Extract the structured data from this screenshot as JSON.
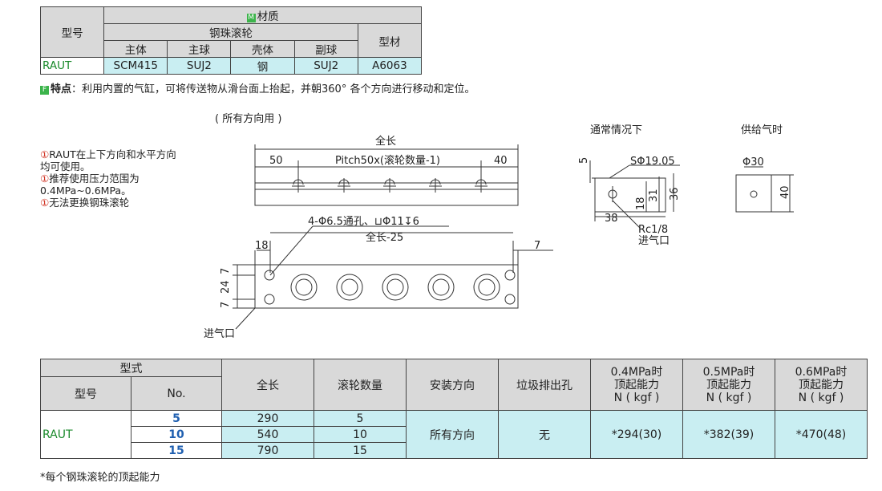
{
  "material_table": {
    "badge": "M",
    "material_label": "材质",
    "model_header": "型号",
    "ball_roller_header": "钢珠滚轮",
    "profile_header": "型材",
    "sub_headers": [
      "主体",
      "主球",
      "壳体",
      "副球"
    ],
    "row": {
      "model": "RAUT",
      "cells": [
        "SCM415",
        "SUJ2",
        "钢",
        "SUJ2",
        "A6063"
      ]
    }
  },
  "feature": {
    "badge": "F",
    "title": "特点",
    "text": "：利用内置的气缸，可将传送物从滑台面上抬起，并朝360° 各个方向进行移动和定位。"
  },
  "notes": [
    "RAUT在上下方向和水平方向均可使用。",
    "推荐使用压力范围为0.4MPa~0.6MPa。",
    "无法更换钢珠滚轮"
  ],
  "drawing": {
    "all_direction_label": "( 所有方向用 )",
    "normal_label": "通常情况下",
    "air_supply_label": "供给气时",
    "total_length": "全长",
    "dim_50": "50",
    "pitch_text": "Pitch50x(滚轮数量-1)",
    "dim_40": "40",
    "hole_note": "4-Φ6.5通孔、⊔Φ11↧6",
    "total_minus": "全长-25",
    "dim_18": "18",
    "dim_7": "7",
    "side_dims": [
      "7",
      "24",
      "7"
    ],
    "air_inlet": "进气口",
    "dim_5": "5",
    "sphere": "SΦ19.05",
    "dims_right": [
      "18",
      "31",
      "36"
    ],
    "dim_38": "38",
    "rc": "Rc1/8",
    "air_inlet2": "进气口",
    "phi30": "Φ30",
    "dim_40v": "40"
  },
  "spec_table": {
    "type_header": "型式",
    "model_header": "型号",
    "no_header": "No.",
    "columns": [
      "全长",
      "滚轮数量",
      "安装方向",
      "垃圾排出孔"
    ],
    "load_headers": [
      [
        "0.4MPa时",
        "顶起能力",
        "N ( kgf )"
      ],
      [
        "0.5MPa时",
        "顶起能力",
        "N ( kgf )"
      ],
      [
        "0.6MPa时",
        "顶起能力",
        "N ( kgf )"
      ]
    ],
    "model": "RAUT",
    "rows": [
      {
        "no": "5",
        "length": "290",
        "count": "5"
      },
      {
        "no": "10",
        "length": "540",
        "count": "10"
      },
      {
        "no": "15",
        "length": "790",
        "count": "15"
      }
    ],
    "mount_dir": "所有方向",
    "debris_hole": "无",
    "loads": [
      "*294(30)",
      "*382(39)",
      "*470(48)"
    ]
  },
  "footnote": "*每个钢珠滚轮的顶起能力"
}
